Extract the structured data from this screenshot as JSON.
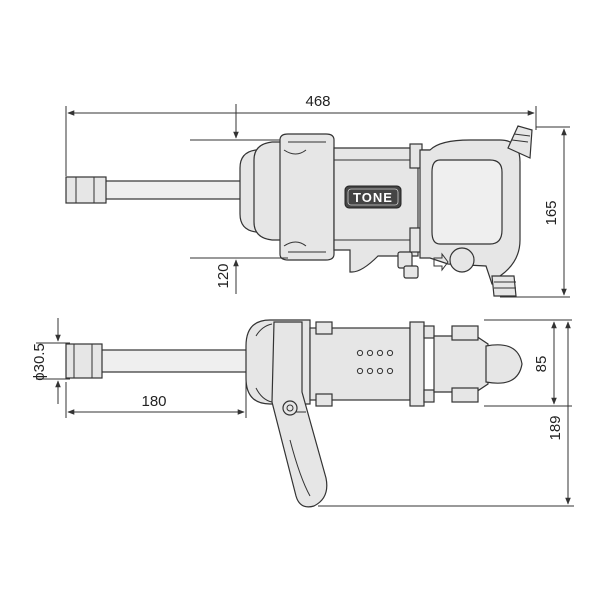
{
  "brand": "TONE",
  "dimensions": {
    "overall_length": "468",
    "height": "165",
    "center_height": "120",
    "anvil_diameter": "ϕ30.5",
    "anvil_length": "180",
    "body_width": "85",
    "handle_depth": "189"
  },
  "colors": {
    "body": "#e6e6e6",
    "outline": "#333333",
    "background": "#ffffff"
  }
}
